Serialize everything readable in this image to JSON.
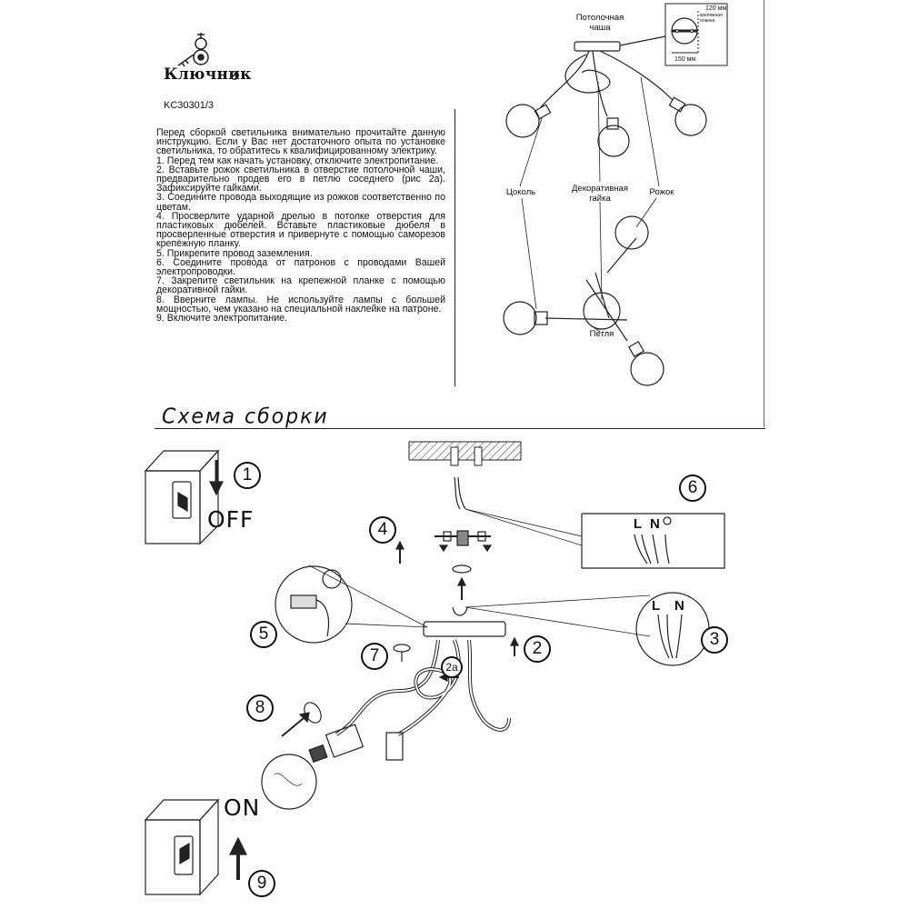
{
  "brand": {
    "name": "Ключник",
    "tm": "TM",
    "model": "KC30301/3"
  },
  "instructions": [
    "Перед сборкой светильника внимательно прочитайте данную инструкцию. Если у Вас нет достаточного опыта по установке светильника, то обратитесь к квалифицированному электрику.",
    "1. Перед тем как начать установку, отключите электропитание.",
    "2. Вставьте рожок светильника в отверстие потолочной чаши, предварительно продев его в петлю соседнего (рис 2а). Зафиксируйте гайками.",
    "3. Соедините провода выходящие из рожков соответственно по цветам.",
    "4. Просверлите ударной дрелью в потолке отверстия для пластиковых дюбелей. Вставьте пластиковые дюбеля в просверленные отверстия и привернуте с помощью саморезов крепёжную планку.",
    "5. Прикрепите провод заземления.",
    "6. Соедините провода от патронов с проводами Вашей электропроводки.",
    "7. Закрепите светильник на крепежной планке с помощью декоративной гайки.",
    "8. Вверните лампы. Не используйте лампы с большей мощностью, чем указано на специальной наклейке на патроне.",
    "9. Включите электропитание."
  ],
  "diagram_labels": {
    "ceiling_cup": "Потолочная чаша",
    "dim_120": "120 мм",
    "mount_plate": "крепежная планка",
    "dim_150": "150 мм",
    "socket": "Цоколь",
    "deco_nut": "Декоративная гайка",
    "arm": "Рожок",
    "loop": "Петля"
  },
  "scheme": {
    "title": "Схема сборки",
    "off": "OFF",
    "on": "ON",
    "wire_L": "L",
    "wire_N": "N",
    "steps": [
      "1",
      "2",
      "2a",
      "3",
      "4",
      "5",
      "6",
      "7",
      "8",
      "9"
    ]
  }
}
